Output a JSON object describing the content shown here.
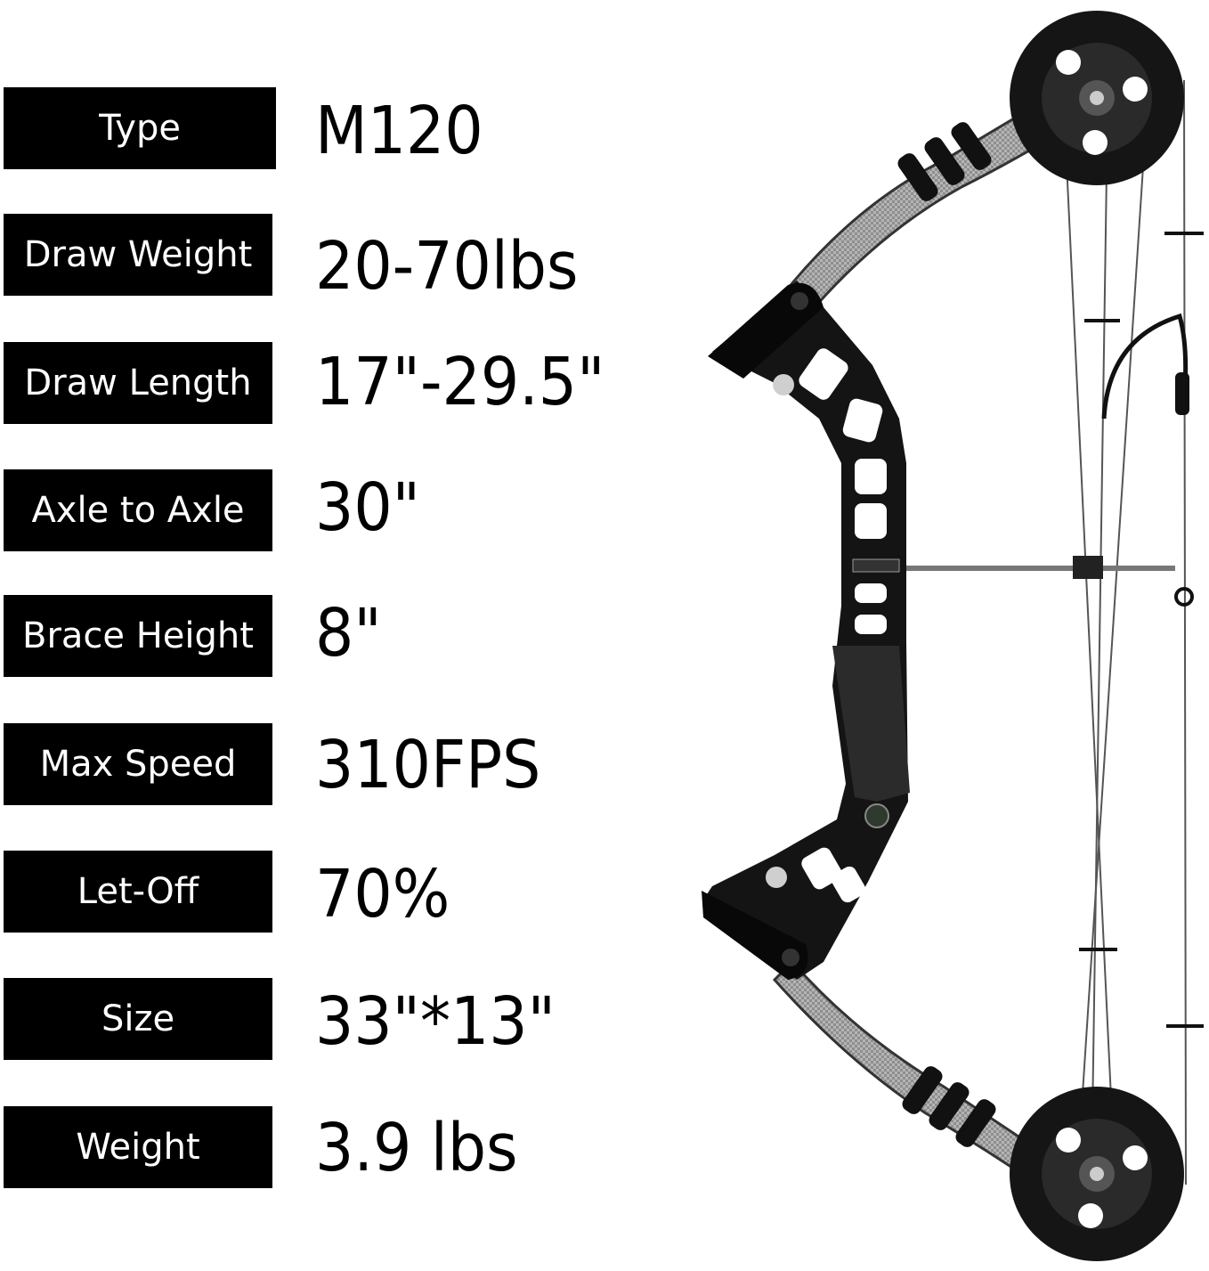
{
  "colors": {
    "label_bg": "#000000",
    "label_text": "#ffffff",
    "value_text": "#000000",
    "limb_gray": "#9a9a9a",
    "riser_black": "#111111"
  },
  "specs": [
    {
      "label": "Type",
      "value": "M120"
    },
    {
      "label": "Draw Weight",
      "value": "20-70lbs"
    },
    {
      "label": "Draw Length",
      "value": "17\"-29.5\""
    },
    {
      "label": "Axle to Axle",
      "value": "30\""
    },
    {
      "label": "Brace Height",
      "value": "8\""
    },
    {
      "label": "Max Speed",
      "value": "310FPS"
    },
    {
      "label": "Let-Off",
      "value": "70%"
    },
    {
      "label": "Size",
      "value": "33\"*13\""
    },
    {
      "label": "Weight",
      "value": "3.9 lbs"
    }
  ],
  "product_image": {
    "subject": "compound bow"
  }
}
